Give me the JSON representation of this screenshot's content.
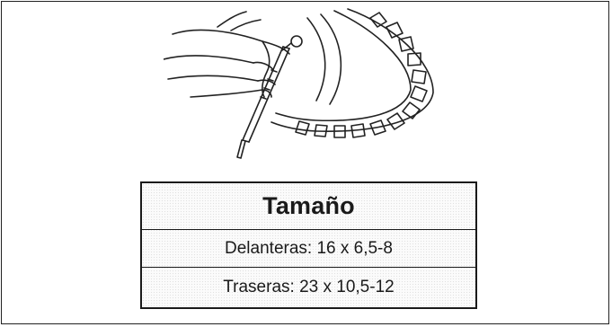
{
  "illustration": {
    "icon": "tire-pressure-gauge-illustration"
  },
  "size_table": {
    "header": "Tamaño",
    "rows": [
      "Delanteras: 16 x 6,5-8",
      "Traseras: 23 x 10,5-12"
    ]
  }
}
